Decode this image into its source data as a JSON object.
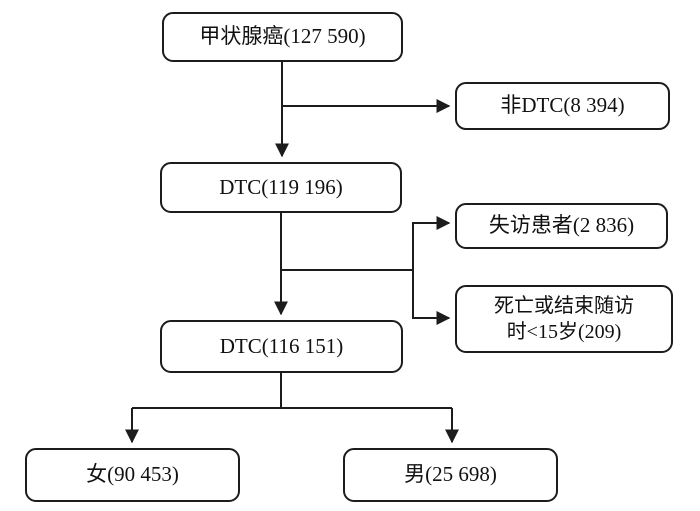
{
  "figure": {
    "type": "flowchart",
    "colors": {
      "line": "#1c1c1c",
      "box_border": "#1c1c1c",
      "box_fill": "#ffffff",
      "background": "#ffffff"
    }
  },
  "nodes": {
    "thyroid_cancer": {
      "label": "甲状腺癌(127 590)",
      "value": "127 590"
    },
    "non_dtc": {
      "label": "非DTC(8 394)",
      "value": "8 394"
    },
    "dtc_initial": {
      "label": "DTC(119 196)",
      "value": "119 196"
    },
    "lost_followup": {
      "label": "失访患者(2 836)",
      "value": "2 836"
    },
    "death_or_end": {
      "label_line1": "死亡或结束随访",
      "label_line2": "时<15岁(209)",
      "value": "209"
    },
    "dtc_final": {
      "label": "DTC(116 151)",
      "value": "116 151"
    },
    "female": {
      "label": "女(90 453)",
      "value": "90 453"
    },
    "male": {
      "label": "男(25 698)",
      "value": "25 698"
    }
  }
}
